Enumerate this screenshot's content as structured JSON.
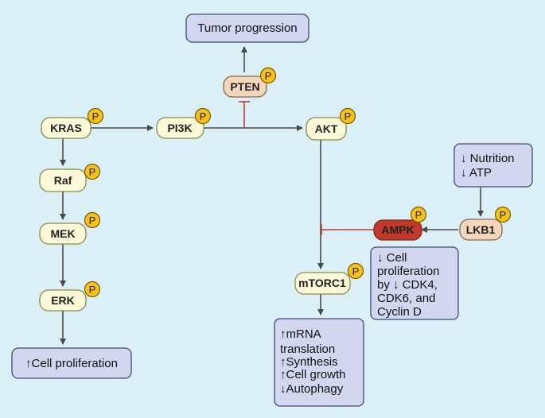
{
  "colors": {
    "background": "#dbeff6",
    "pill_fill": "#fdf8d8",
    "pill_stroke": "#8a8a4a",
    "pten_fill": "#f3d6bc",
    "lkb1_fill": "#f3d6bc",
    "ampk_fill": "#c0392b",
    "box_fill": "#d3d6ef",
    "box_stroke": "#3e4a78",
    "phospho_fill": "#f6c21a",
    "arrow": "#4a4a4a",
    "inhibit": "#c0392b"
  },
  "phospho_label": "P",
  "nodes": {
    "kras": "KRAS",
    "raf": "Raf",
    "mek": "MEK",
    "erk": "ERK",
    "pi3k": "PI3K",
    "akt": "AKT",
    "pten": "PTEN",
    "mtorc1": "mTORC1",
    "ampk": "AMPK",
    "lkb1": "LKB1"
  },
  "boxes": {
    "tumor_progression": [
      "Tumor progression"
    ],
    "cell_proliferation": [
      "↑Cell proliferation"
    ],
    "nutrition": [
      "↓ Nutrition",
      "↓ ATP"
    ],
    "ampk_effects": [
      "↓ Cell",
      "proliferation",
      "by  ↓ CDK4,",
      "CDK6, and",
      "Cyclin D"
    ],
    "mtor_effects": [
      "↑mRNA",
      "translation",
      "↑Synthesis",
      "↑Cell growth",
      "↓Autophagy"
    ]
  }
}
